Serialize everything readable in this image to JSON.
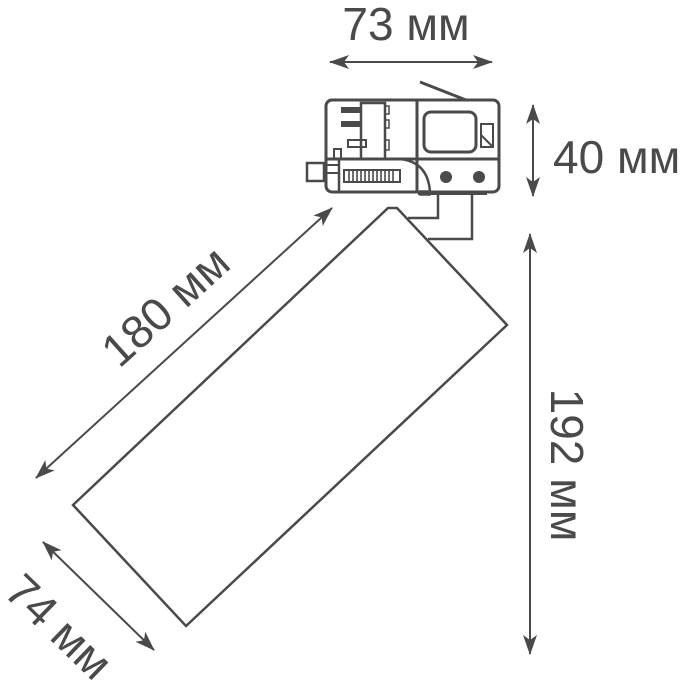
{
  "diagram": {
    "type": "technical-dimension-drawing",
    "subject": "track spotlight",
    "line_color": "#4a4a4a",
    "background": "#ffffff"
  },
  "dimensions": {
    "adapter_width": {
      "label": "73 мм",
      "value": 73,
      "unit": "мм"
    },
    "adapter_height": {
      "label": "40 мм",
      "value": 40,
      "unit": "мм"
    },
    "body_length": {
      "label": "180 мм",
      "value": 180,
      "unit": "мм"
    },
    "body_diameter": {
      "label": "74 мм",
      "value": 74,
      "unit": "мм"
    },
    "total_height": {
      "label": "192 мм",
      "value": 192,
      "unit": "мм"
    }
  }
}
